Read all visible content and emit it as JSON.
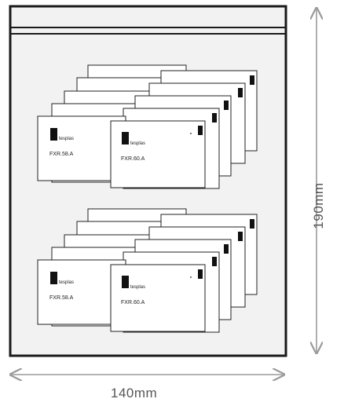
{
  "dimensions": {
    "width_label": "140mm",
    "height_label": "190mm"
  },
  "cards": {
    "brand": "tesplas",
    "left_code": "FXR.58.A",
    "right_code": "FXR.60.A"
  },
  "colors": {
    "bag_outline": "#1a1a1a",
    "bag_fill": "#f2f2f2",
    "arrow": "#9a9a9a",
    "card_fill": "#ffffff",
    "card_stroke": "#222222"
  }
}
